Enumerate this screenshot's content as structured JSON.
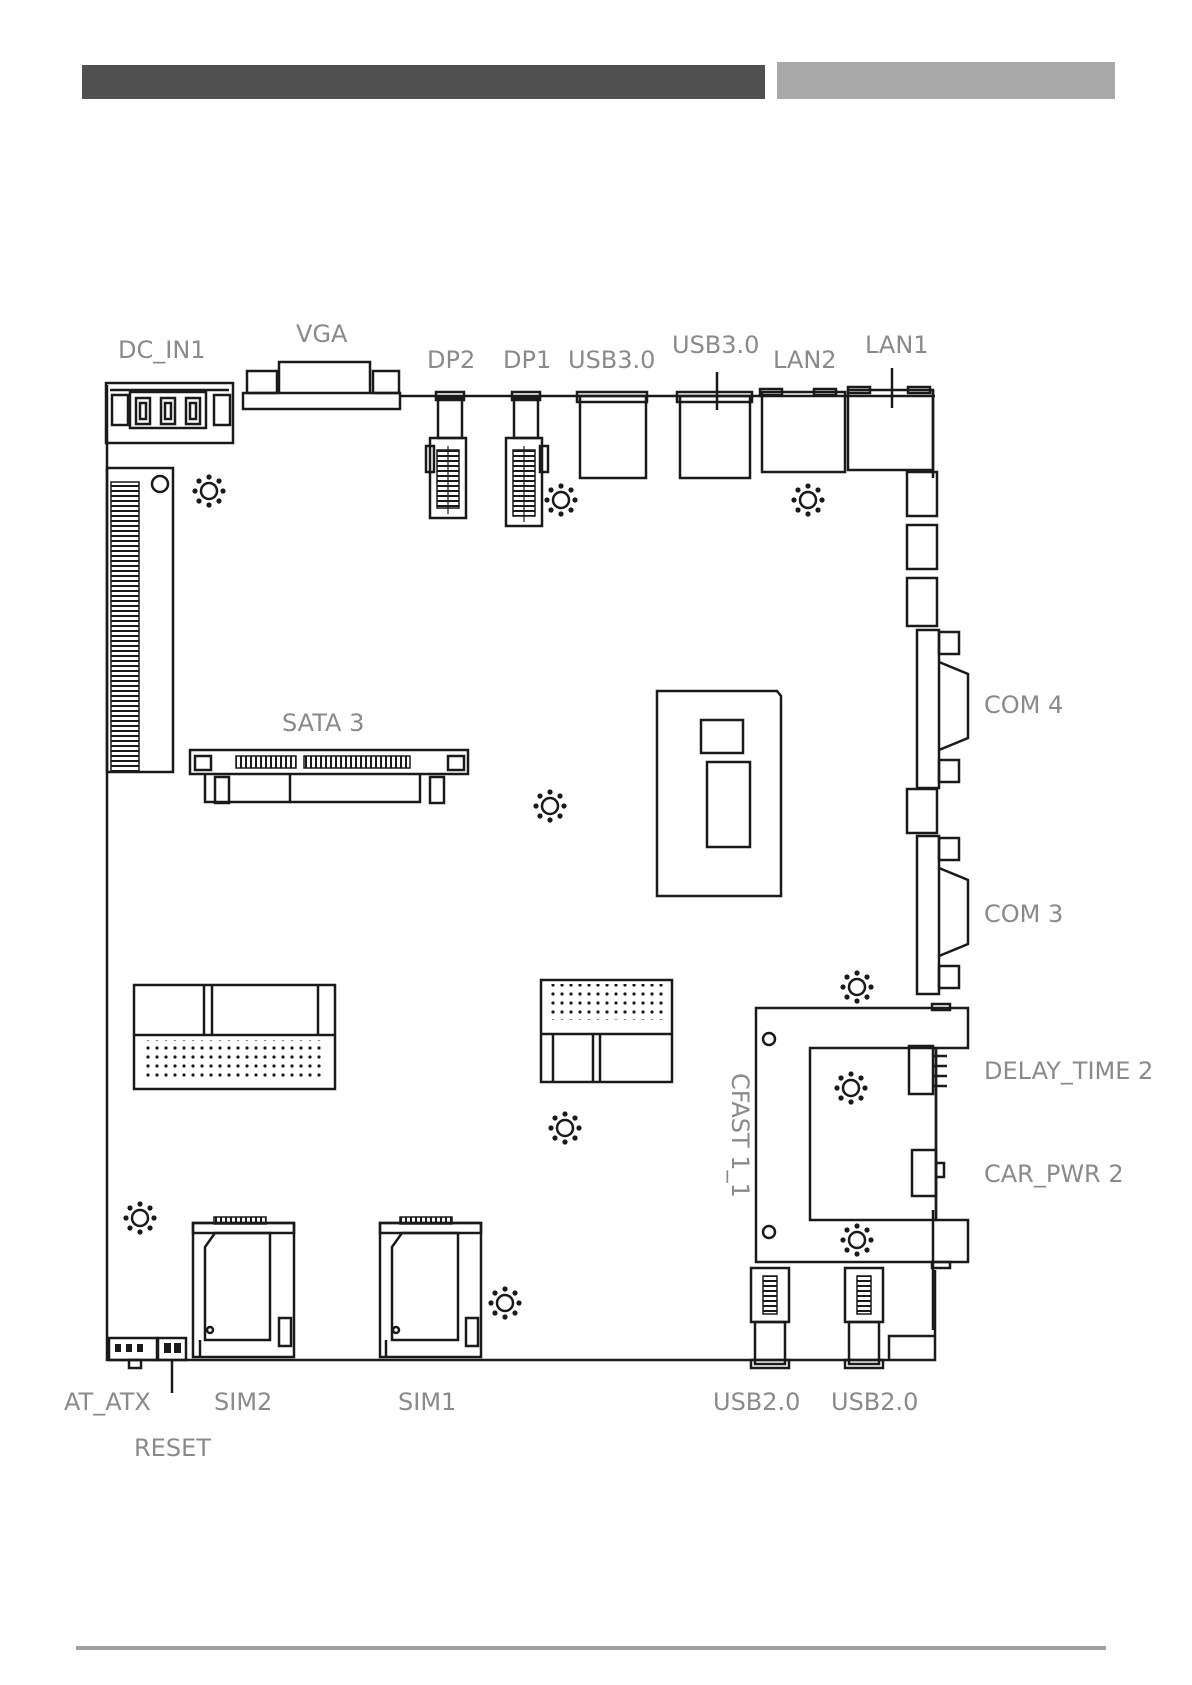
{
  "labels": {
    "dc_in1": "DC_IN1",
    "vga": "VGA",
    "dp2": "DP2",
    "dp1": "DP1",
    "usb30_a": "USB3.0",
    "usb30_b": "USB3.0",
    "lan2": "LAN2",
    "lan1": "LAN1",
    "sata3": "SATA 3",
    "com4": "COM 4",
    "com3": "COM 3",
    "delay_time2": "DELAY_TIME 2",
    "cfast": "CFAST 1_1",
    "car_pwr2": "CAR_PWR 2",
    "at_atx": "AT_ATX",
    "reset": "RESET",
    "sim2": "SIM2",
    "sim1": "SIM1",
    "usb20_a": "USB2.0",
    "usb20_b": "USB2.0"
  },
  "colors": {
    "header_dark": "#505050",
    "header_light": "#a8a8a8",
    "label": "#8a8a8a",
    "line": "#1a1a1a"
  }
}
